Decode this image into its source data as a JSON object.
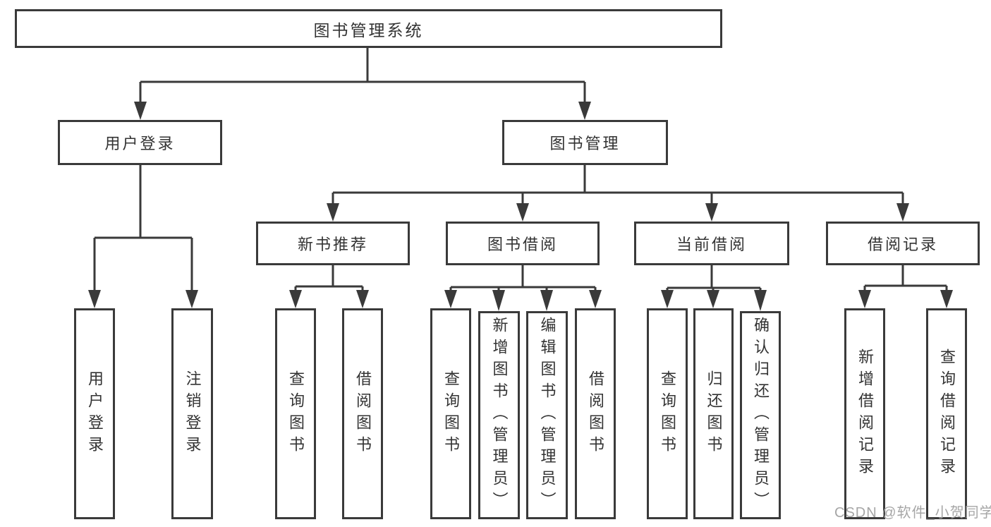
{
  "colors": {
    "line": "#3a3a3a",
    "border": "#3a3a3a",
    "text": "#333333",
    "background": "#ffffff",
    "watermark": "#9e9e9e"
  },
  "watermark": {
    "text": "CSDN @软件_小贺同学"
  },
  "diagram": {
    "type": "tree",
    "root": {
      "label": "图书管理系统"
    },
    "branches": [
      {
        "label": "用户登录",
        "children": [
          {
            "label": "用户登录"
          },
          {
            "label": "注销登录"
          }
        ]
      },
      {
        "label": "图书管理",
        "children": [
          {
            "label": "新书推荐",
            "children": [
              {
                "label": "查询图书"
              },
              {
                "label": "借阅图书"
              }
            ]
          },
          {
            "label": "图书借阅",
            "children": [
              {
                "label": "查询图书"
              },
              {
                "label": "新增图书（管理员）"
              },
              {
                "label": "编辑图书（管理员）"
              },
              {
                "label": "借阅图书"
              }
            ]
          },
          {
            "label": "当前借阅",
            "children": [
              {
                "label": "查询图书"
              },
              {
                "label": "归还图书"
              },
              {
                "label": "确认归还（管理员）"
              }
            ]
          },
          {
            "label": "借阅记录",
            "children": [
              {
                "label": "新增借阅记录"
              },
              {
                "label": "查询借阅记录"
              }
            ]
          }
        ]
      }
    ]
  }
}
